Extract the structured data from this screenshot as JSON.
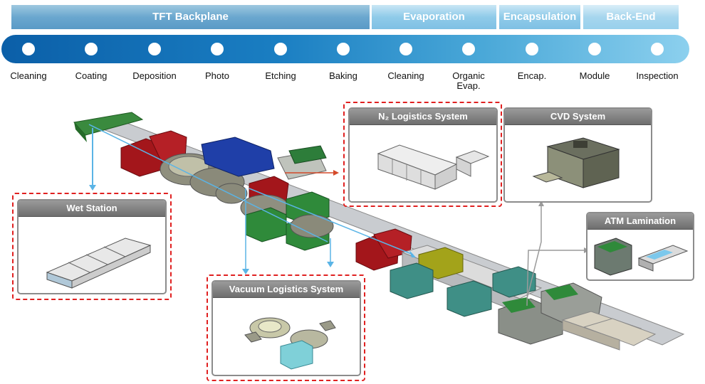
{
  "phases": [
    {
      "label": "TFT Backplane"
    },
    {
      "label": "Evaporation"
    },
    {
      "label": "Encapsulation"
    },
    {
      "label": "Back-End"
    }
  ],
  "steps": [
    {
      "label": "Cleaning"
    },
    {
      "label": "Coating"
    },
    {
      "label": "Deposition"
    },
    {
      "label": "Photo"
    },
    {
      "label": "Etching"
    },
    {
      "label": "Baking"
    },
    {
      "label": "Cleaning"
    },
    {
      "label": "Organic\nEvap."
    },
    {
      "label": "Encap."
    },
    {
      "label": "Module"
    },
    {
      "label": "Inspection"
    }
  ],
  "panels": {
    "n2_logistics": {
      "title": "N₂ Logistics System"
    },
    "cvd": {
      "title": "CVD System"
    },
    "wet_station": {
      "title": "Wet Station"
    },
    "atm_lamination": {
      "title": "ATM Lamination"
    },
    "vacuum_logistics": {
      "title": "Vacuum Logistics System"
    }
  },
  "colors": {
    "highlight_border": "#e02020",
    "equipment_green": "#2e7d32",
    "equipment_red": "#a01818",
    "equipment_blue": "#1e3fa8",
    "equipment_teal": "#3f8f86",
    "connector_blue": "#5ab4e6"
  }
}
